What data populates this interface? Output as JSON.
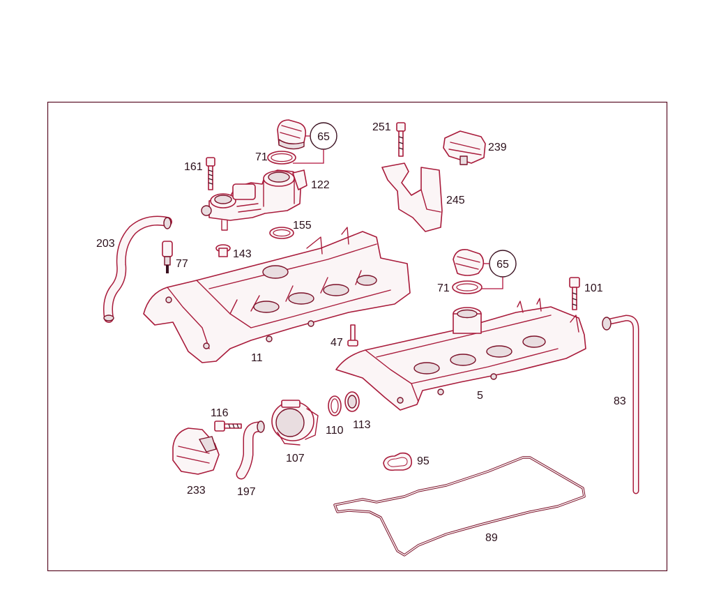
{
  "diagram": {
    "labels": {
      "p65a": "65",
      "p71a": "71",
      "p161": "161",
      "p122": "122",
      "p155": "155",
      "p203": "203",
      "p77": "77",
      "p143": "143",
      "p251": "251",
      "p239": "239",
      "p245": "245",
      "p65b": "65",
      "p71b": "71",
      "p101": "101",
      "p11": "11",
      "p47": "47",
      "p5": "5",
      "p83": "83",
      "p116": "116",
      "p233": "233",
      "p197": "197",
      "p107": "107",
      "p110": "110",
      "p113": "113",
      "p95": "95",
      "p89": "89"
    }
  }
}
